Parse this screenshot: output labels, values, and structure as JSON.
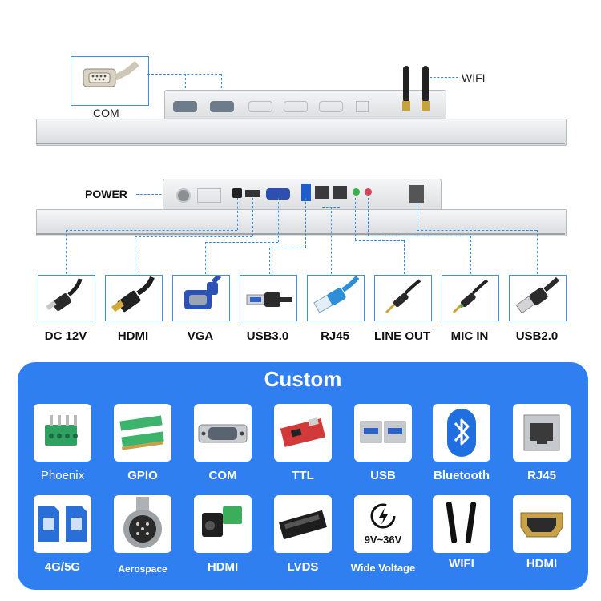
{
  "top": {
    "com_label": "COM",
    "wifi_label": "WIFI"
  },
  "middle": {
    "power_label": "POWER"
  },
  "ports": [
    {
      "label": "DC 12V",
      "icon": "dc-jack-icon"
    },
    {
      "label": "HDMI",
      "icon": "hdmi-cable-icon"
    },
    {
      "label": "VGA",
      "icon": "vga-cable-icon"
    },
    {
      "label": "USB3.0",
      "icon": "usb3-cable-icon"
    },
    {
      "label": "RJ45",
      "icon": "rj45-cable-icon"
    },
    {
      "label": "LINE OUT",
      "icon": "audio-jack-green-icon"
    },
    {
      "label": "MIC IN",
      "icon": "audio-jack-green-icon"
    },
    {
      "label": "USB2.0",
      "icon": "usb2-cable-icon"
    }
  ],
  "custom": {
    "title": "Custom",
    "row1": [
      {
        "label": "Phoenix",
        "icon": "phoenix-terminal-icon"
      },
      {
        "label": "GPIO",
        "icon": "gpio-terminal-icon"
      },
      {
        "label": "COM",
        "icon": "db9-connector-icon"
      },
      {
        "label": "TTL",
        "icon": "ttl-board-icon"
      },
      {
        "label": "USB",
        "icon": "usb-port-icon"
      },
      {
        "label": "Bluetooth",
        "icon": "bluetooth-icon"
      },
      {
        "label": "RJ45",
        "icon": "rj45-port-icon"
      }
    ],
    "row2": [
      {
        "label": "4G/5G",
        "icon": "sim-card-icon"
      },
      {
        "label": "Aerospace",
        "icon": "aviation-connector-icon"
      },
      {
        "label": "HDMI",
        "icon": "hdmi-adapter-icon"
      },
      {
        "label": "LVDS",
        "icon": "lvds-connector-icon"
      },
      {
        "label": "Wide Voltage",
        "icon": "voltage-icon",
        "tile_text": "9V~36V"
      },
      {
        "label": "WIFI",
        "icon": "antenna-icon"
      },
      {
        "label": "HDMI",
        "icon": "hdmi-port-icon"
      }
    ]
  },
  "colors": {
    "accent": "#2f7ff0",
    "dash": "#2f8df0"
  }
}
